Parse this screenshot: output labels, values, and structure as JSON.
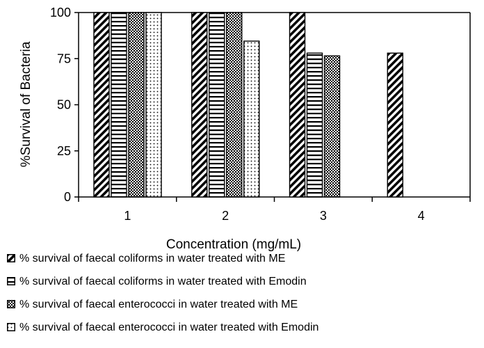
{
  "chart_data": {
    "type": "bar",
    "categories": [
      "1",
      "2",
      "3",
      "4"
    ],
    "xlabel": "Concentration (mg/mL)",
    "ylabel": "%Survival of Bacteria",
    "ylim": [
      0,
      100
    ],
    "yticks": [
      "0",
      "25",
      "50",
      "75",
      "100"
    ],
    "grid": false,
    "legend_position": "bottom",
    "series": [
      {
        "name": "% survival of faecal coliforms in water treated with ME",
        "values": [
          100,
          100,
          100,
          78
        ],
        "pattern": "diagonal"
      },
      {
        "name": "% survival of faecal coliforms in water treated with Emodin",
        "values": [
          100,
          100,
          78,
          0
        ],
        "pattern": "horizontal"
      },
      {
        "name": "% survival of faecal enterococci in water treated with ME",
        "values": [
          100,
          100,
          76.5,
          0
        ],
        "pattern": "checker"
      },
      {
        "name": "% survival of faecal enterococci in water treated with Emodin",
        "values": [
          100,
          84.5,
          0,
          0
        ],
        "pattern": "dots"
      }
    ]
  }
}
